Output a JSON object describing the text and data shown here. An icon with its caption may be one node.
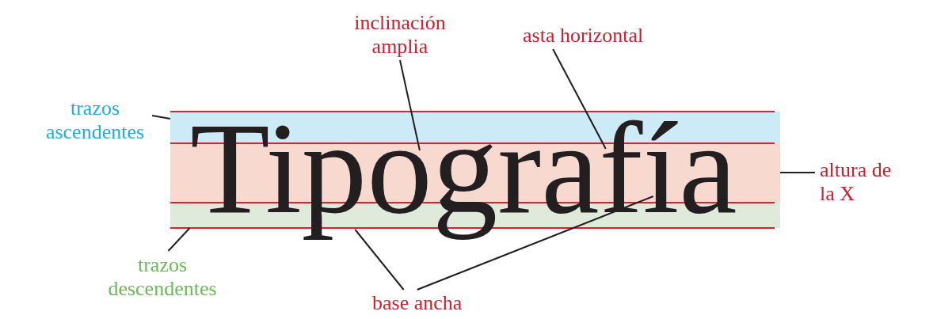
{
  "diagram": {
    "nodes": [
      {
        "text": [
          "inclinación amplia"
        ]
      },
      {
        "text": [
          "asta horizontal"
        ]
      },
      {
        "text": [
          "trazos ascendentes"
        ]
      },
      {
        "text": [
          "altura de la X"
        ]
      },
      {
        "text": [
          "trazos descendentes"
        ]
      },
      {
        "text": [
          "base ancha"
        ]
      },
      {
        "text": [],
        "shape": "bar"
      },
      {
        "text": [],
        "shape": "bar"
      },
      {
        "text": [],
        "shape": "bar"
      }
    ],
    "edges": [
      {
        "from": 0,
        "to": 7,
        "arrow": "none"
      },
      {
        "from": 1,
        "to": 7,
        "arrow": "none"
      },
      {
        "from": 2,
        "to": 6,
        "arrow": "none"
      },
      {
        "from": 3,
        "to": 7,
        "arrow": "none"
      },
      {
        "from": 4,
        "to": 8,
        "arrow": "none"
      },
      {
        "from": 5,
        "to": 8,
        "arrow": "none"
      },
      {
        "from": 5,
        "to": 7,
        "arrow": "none"
      }
    ],
    "labels": [
      "Tipografía"
    ]
  }
}
